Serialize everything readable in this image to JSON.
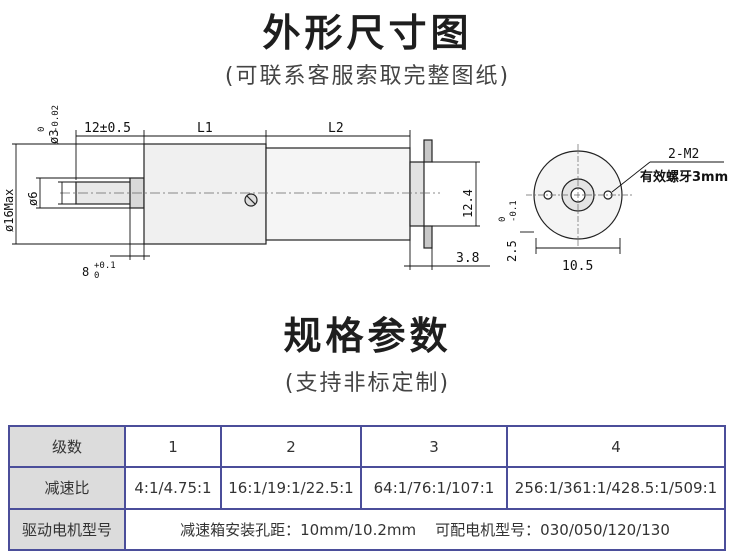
{
  "header": {
    "title": "外形尺寸图",
    "subtitle": "(可联系客服索取完整图纸)"
  },
  "drawing": {
    "labels": {
      "shaft_dia": "ø3",
      "shaft_tol_upper": "0",
      "shaft_tol_lower": "-0.02",
      "shaft_len": "12±0.5",
      "l1": "L1",
      "l2": "L2",
      "body_dia": "ø16Max",
      "boss_dia": "ø6",
      "boss_len": "8",
      "boss_tol_upper": "+0.1",
      "boss_tol_lower": "0",
      "terminal_h": "12.4",
      "terminal_offset": "3.8",
      "face_tol_dim": "2.5",
      "face_tol_upper": "0",
      "face_tol_lower": "-0.1",
      "face_width": "10.5",
      "screw_spec": "2-M2",
      "screw_depth": "有效螺牙3mm"
    }
  },
  "specs": {
    "title": "规格参数",
    "subtitle": "(支持非标定制)",
    "row_stage": {
      "label": "级数",
      "values": [
        "1",
        "2",
        "3",
        "4"
      ]
    },
    "row_ratio": {
      "label": "减速比",
      "values": [
        "4:1/4.75:1",
        "16:1/19:1/22.5:1",
        "64:1/76:1/107:1",
        "256:1/361:1/428.5:1/509:1"
      ]
    },
    "row_motor": {
      "label": "驱动电机型号",
      "value": "减速箱安装孔距：10mm/10.2mm    可配电机型号：030/050/120/130"
    }
  }
}
